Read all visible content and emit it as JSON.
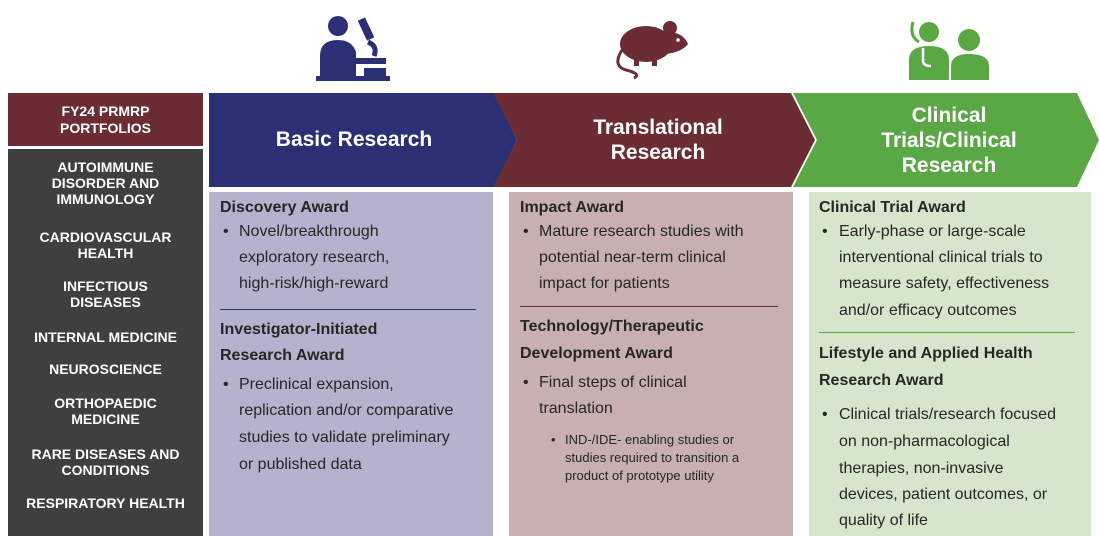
{
  "colors": {
    "maroon": "#6b2d33",
    "navy": "#2b3074",
    "green": "#5aa845",
    "sidebar_dark": "#3f3f3f",
    "basic_panel": "#b3b3ce",
    "translational_panel": "#c8b0b0",
    "clinical_panel": "#d6e6cc"
  },
  "icons": {
    "basic": "scientist-microscope-icon",
    "translational": "mouse-icon",
    "clinical": "doctor-patient-icon"
  },
  "sidebar": {
    "title_line1": "FY24 PRMRP",
    "title_line2": "PORTFOLIOS",
    "items": [
      {
        "lines": [
          "AUTOIMMUNE",
          "DISORDER  AND",
          "IMMUNOLOGY"
        ]
      },
      {
        "lines": [
          "CARDIOVASCULAR",
          "HEALTH"
        ]
      },
      {
        "lines": [
          "INFECTIOUS",
          "DISEASES"
        ]
      },
      {
        "lines": [
          "INTERNAL MEDICINE"
        ]
      },
      {
        "lines": [
          "NEUROSCIENCE"
        ]
      },
      {
        "lines": [
          "ORTHOPAEDIC",
          "MEDICINE"
        ]
      },
      {
        "lines": [
          "RARE DISEASES AND",
          "CONDITIONS"
        ]
      },
      {
        "lines": [
          "RESPIRATORY HEALTH"
        ]
      }
    ]
  },
  "columns": {
    "basic": {
      "header": "Basic Research",
      "award1_title": "Discovery Award",
      "award1_bullet_l1": "Novel/breakthrough",
      "award1_bullet_l2": "exploratory  research,",
      "award1_bullet_l3": "high-risk/high-reward",
      "award2_title_l1": "Investigator-Initiated",
      "award2_title_l2": "Research Award",
      "award2_bullet_l1": "Preclinical expansion,",
      "award2_bullet_l2": "replication and/or comparative",
      "award2_bullet_l3": "studies to validate preliminary",
      "award2_bullet_l4": "or published data"
    },
    "translational": {
      "header_l1": "Translational",
      "header_l2": "Research",
      "award1_title": "Impact Award",
      "award1_bullet_l1": "Mature research studies with",
      "award1_bullet_l2": "potential near-term clinical",
      "award1_bullet_l3": "impact for patients",
      "award2_title_l1": "Technology/Therapeutic",
      "award2_title_l2": "Development Award",
      "award2_bullet_l1": "Final steps of clinical",
      "award2_bullet_l2": "translation",
      "award2_sub_l1": "IND-/IDE- enabling studies or",
      "award2_sub_l2": "studies required to transition a",
      "award2_sub_l3": "product of prototype utility"
    },
    "clinical": {
      "header_l1": "Clinical",
      "header_l2": "Trials/Clinical",
      "header_l3": "Research",
      "award1_title": "Clinical Trial Award",
      "award1_bullet_l1": "Early-phase or large-scale",
      "award1_bullet_l2": "interventional clinical trials to",
      "award1_bullet_l3": "measure safety, effectiveness",
      "award1_bullet_l4": "and/or efficacy outcomes",
      "award2_title_l1": "Lifestyle and Applied Health",
      "award2_title_l2": "Research Award",
      "award2_bullet_l1": "Clinical trials/research focused",
      "award2_bullet_l2": "on non-pharmacological",
      "award2_bullet_l3": "therapies, non-invasive",
      "award2_bullet_l4": "devices, patient outcomes, or",
      "award2_bullet_l5": "quality of life"
    }
  }
}
